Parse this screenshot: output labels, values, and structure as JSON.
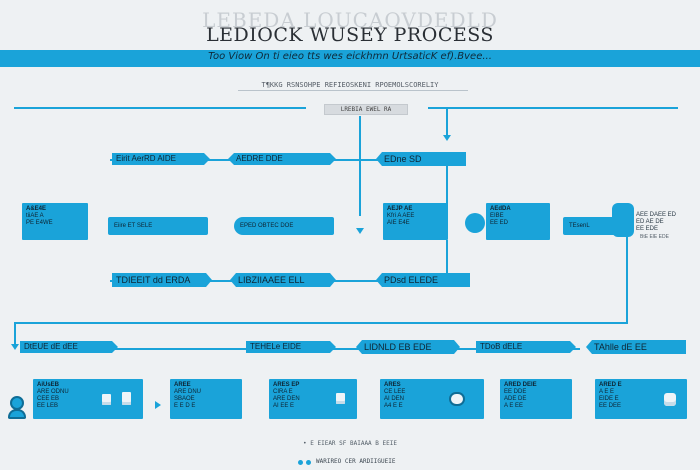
{
  "header": {
    "ghost_title": "LEBEDA LOUCAOVDEDLD",
    "title": "LEDIOCK WUSEY PROCESS",
    "banner": "Too Viow On ti eieo tts wes eickhmn UrtsaticK ef).Bvee..."
  },
  "subline": "T¶KKG RSNSOHPE REFIEOSKENI RPOEMOLSCORELIY",
  "center_label": "LREBIA EWEL RA",
  "row1": [
    "Eirit AerRD AIDE",
    "AEDRE DDE",
    "EDne SD"
  ],
  "row2": {
    "left_card": {
      "hdr": "A&E4E",
      "lines": [
        "tiiAE A",
        "PE E4WE"
      ]
    },
    "mid_left": "Eiire ET SELE",
    "mid_center": "EPED OBTEC DOE",
    "right_card_a": {
      "hdr": "AEJP AE",
      "lines": [
        "Kfri A AEE",
        "AIE E4E"
      ]
    },
    "right_card_b": {
      "hdr": "AEdDA",
      "lines": [
        "EIBE",
        "EE ED"
      ]
    },
    "far_right": "TEsenL",
    "note_lines": [
      "AEE DAEE ED",
      "ED AE DE",
      "EE EDE"
    ],
    "bottom_note": "BtE ElE EDE"
  },
  "row3": [
    "TDIEEIT dd ERDA",
    "LIBZIIAAEE ELL",
    "PDsd ELEDE"
  ],
  "row4": [
    "DtEUE dE dEE",
    "TEHELe EIDE",
    "LIDNLD EB EDE",
    "TDoB dELE",
    "TAhlle dE EE"
  ],
  "cards": [
    {
      "hdr": "AiUsEB",
      "lines": [
        "ARE ODNU",
        "CEE EB",
        "EE LEB"
      ]
    },
    {
      "hdr": "AREE",
      "lines": [
        "ARE DNU",
        "SBAOE",
        "E E D E"
      ]
    },
    {
      "hdr": "ARES EP",
      "lines": [
        "CIRA E",
        "ARE DEN",
        "AI EE E"
      ]
    },
    {
      "hdr": "ARES",
      "lines": [
        "CE LEE",
        "AI DEN",
        "A4 E E"
      ]
    },
    {
      "hdr": "ARED DEIE",
      "lines": [
        "EE DDE",
        "ADE DE",
        "A E EE"
      ]
    },
    {
      "hdr": "ARED E",
      "lines": [
        "A E E",
        "EIDE E",
        "EE DEE"
      ]
    }
  ],
  "footer": {
    "top": "• E EIEAR SF BAIAAA B EEIE",
    "bottom": "WARIREO CER ARDIIGUEIE"
  }
}
